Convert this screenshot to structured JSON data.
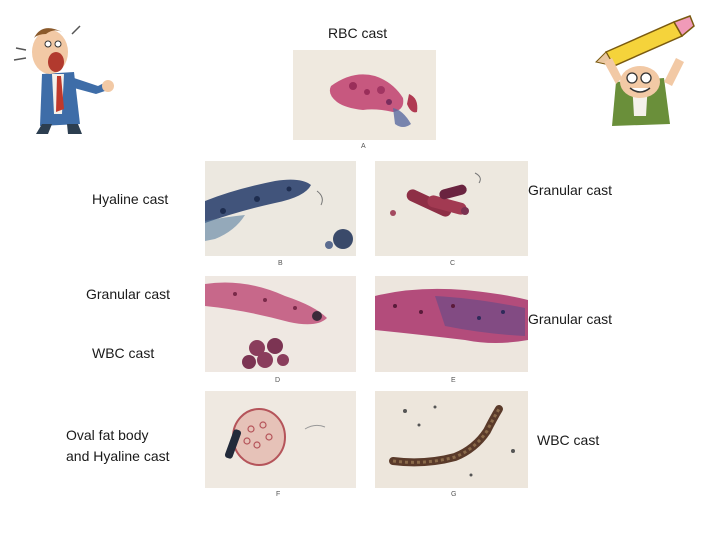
{
  "labels": {
    "rbc_cast": "RBC cast",
    "hyaline_cast": "Hyaline cast",
    "granular_cast_top_right": "Granular cast",
    "granular_cast_mid_left": "Granular cast",
    "granular_cast_mid_right": "Granular cast",
    "wbc_cast_left": "WBC cast",
    "oval_fat_line1": "Oval fat body",
    "oval_fat_line2": "and Hyaline cast",
    "wbc_cast_bottom_right": "WBC cast"
  },
  "panel_letters": {
    "a": "A",
    "b": "B",
    "c": "C",
    "d": "D",
    "e": "E",
    "f": "F",
    "g": "G"
  }
}
